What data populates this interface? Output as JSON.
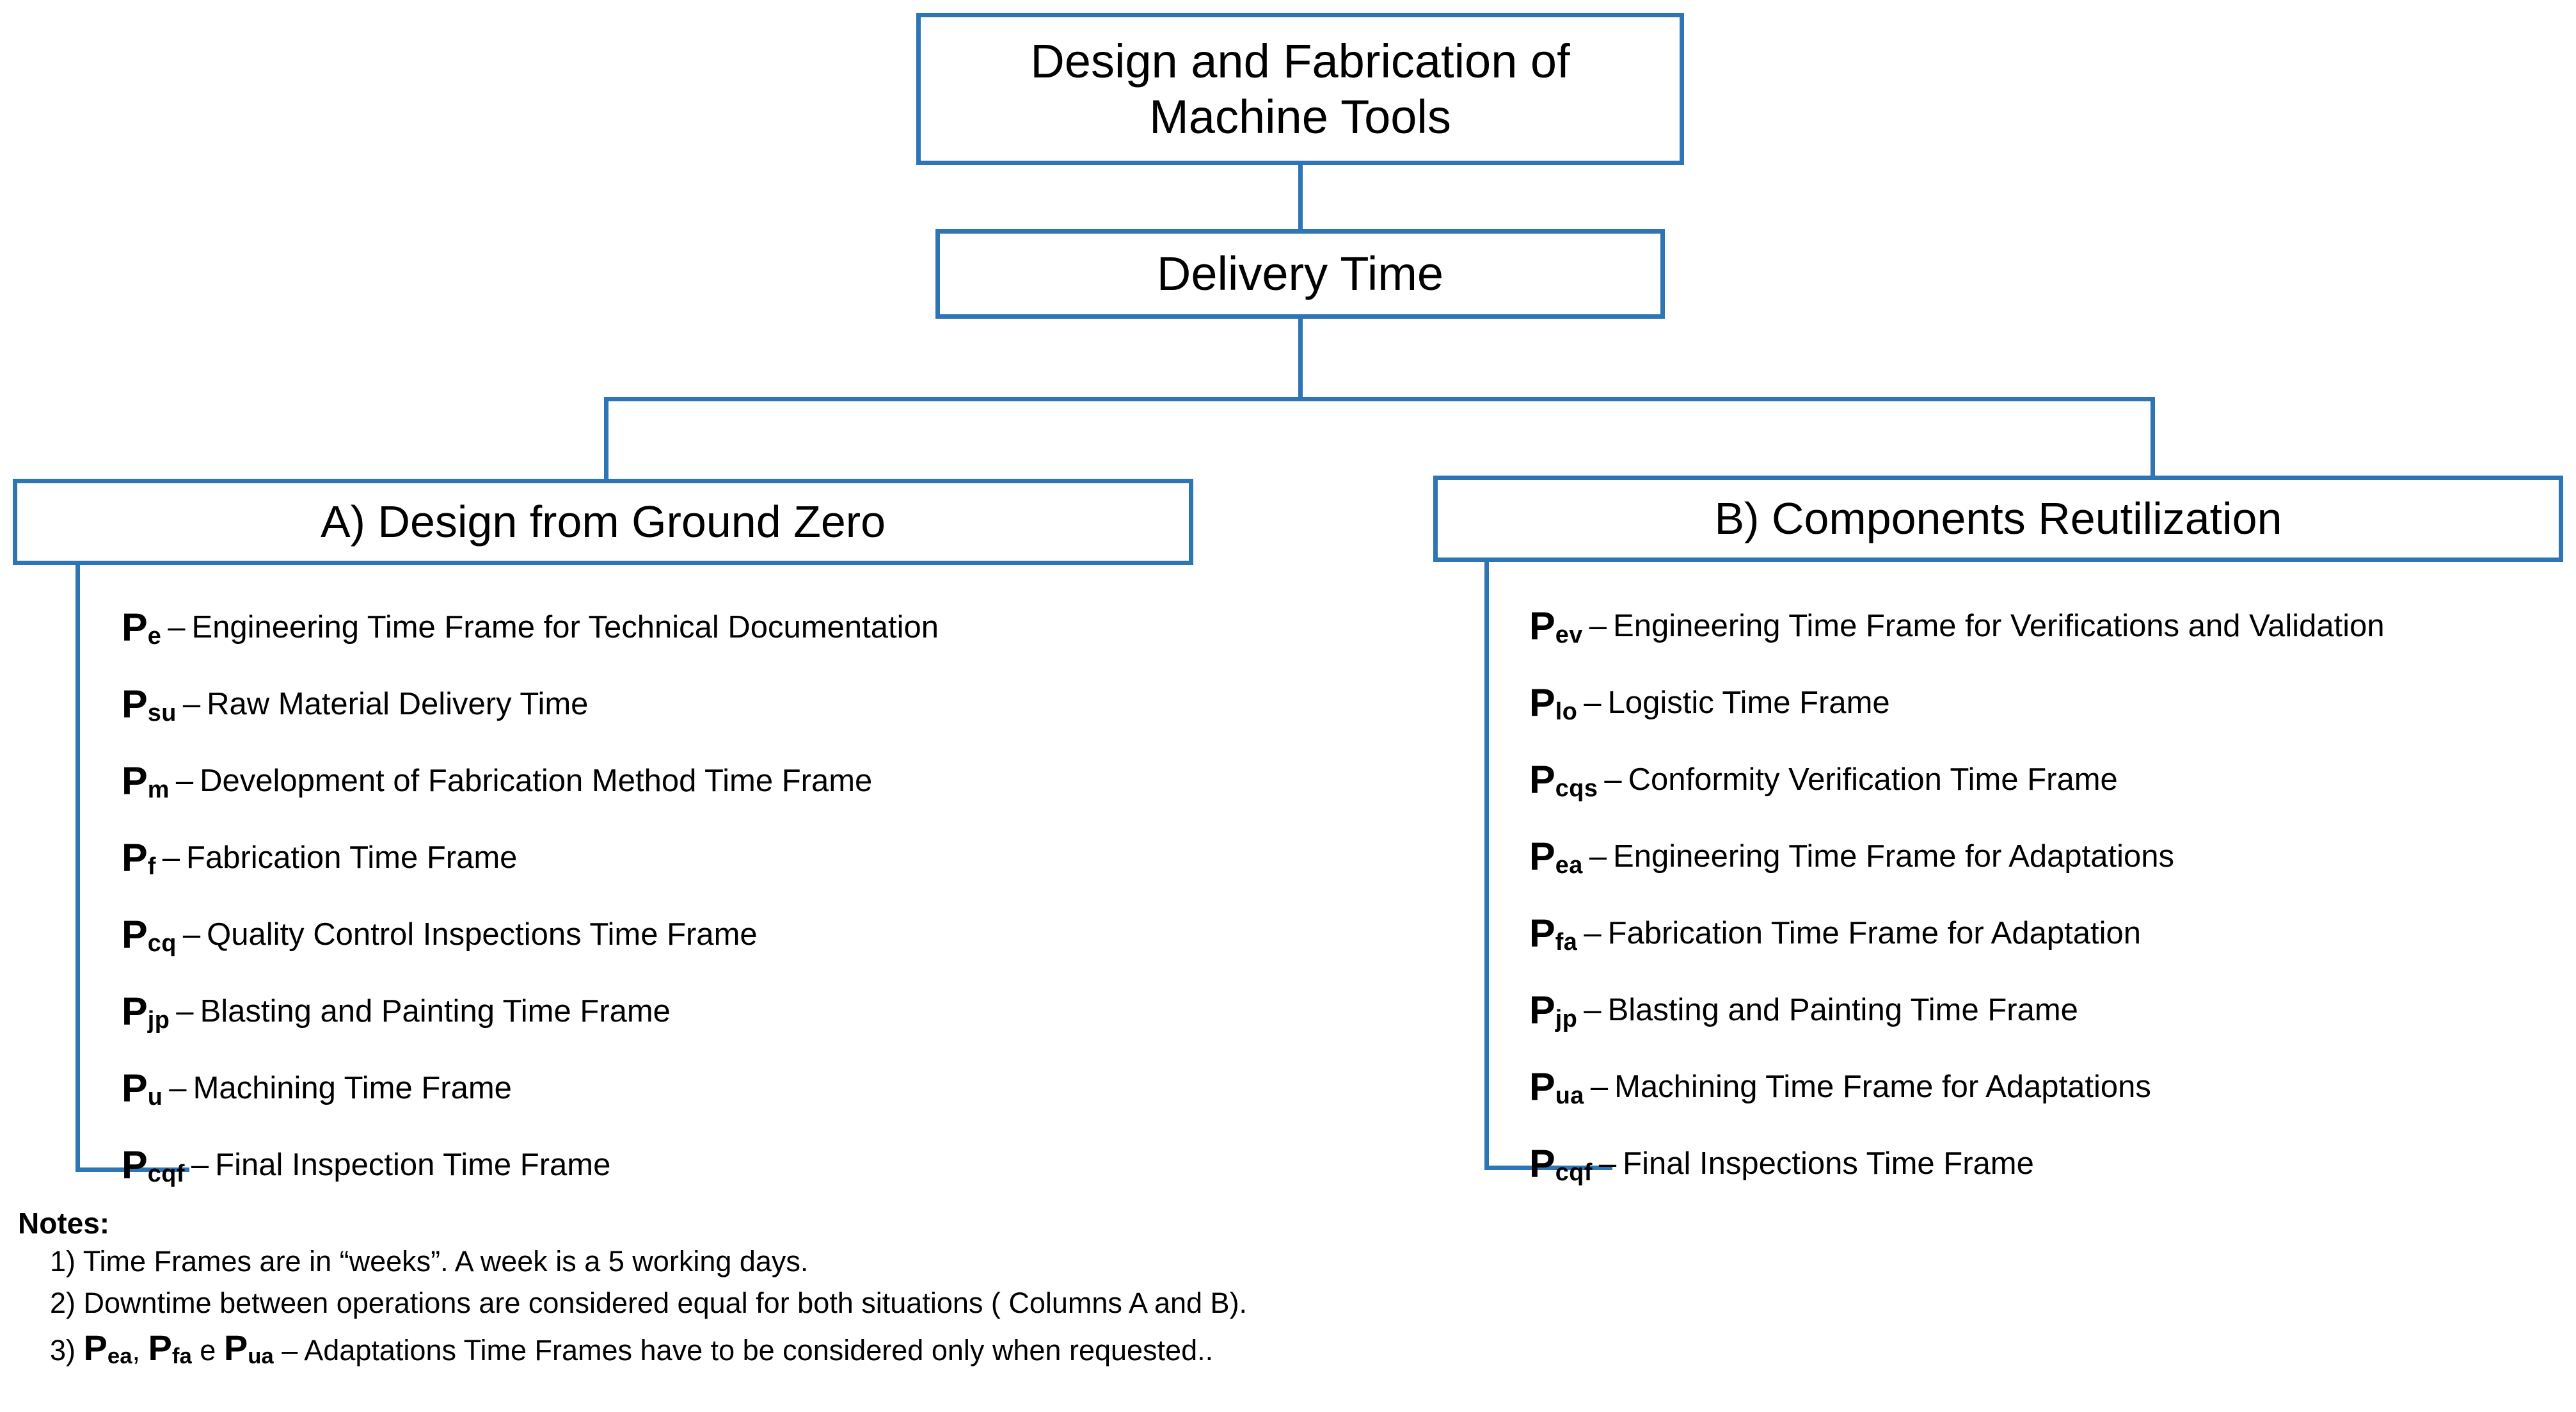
{
  "diagram": {
    "root": {
      "title": "Design and Fabrication of Machine Tools"
    },
    "delivery": {
      "title": "Delivery Time"
    },
    "columns": [
      {
        "id": "A",
        "header": "A) Design from Ground Zero",
        "items": [
          {
            "symbol": "P",
            "subscript": "e",
            "separator": "–",
            "description": "Engineering Time Frame for Technical Documentation"
          },
          {
            "symbol": "P",
            "subscript": "su",
            "separator": "–",
            "description": "Raw Material Delivery Time"
          },
          {
            "symbol": "P",
            "subscript": "m",
            "separator": "–",
            "description": "Development of Fabrication Method Time Frame"
          },
          {
            "symbol": "P",
            "subscript": "f",
            "separator": "–",
            "description": "Fabrication Time Frame"
          },
          {
            "symbol": "P",
            "subscript": "cq",
            "separator": "–",
            "description": "Quality Control Inspections Time Frame"
          },
          {
            "symbol": "P",
            "subscript": "jp",
            "separator": "–",
            "description": "Blasting and Painting Time Frame"
          },
          {
            "symbol": "P",
            "subscript": "u",
            "separator": "–",
            "description": "Machining Time Frame"
          },
          {
            "symbol": "P",
            "subscript": "cqf",
            "separator": "–",
            "description": "Final Inspection Time Frame"
          }
        ]
      },
      {
        "id": "B",
        "header": "B) Components Reutilization",
        "items": [
          {
            "symbol": "P",
            "subscript": "ev",
            "separator": "–",
            "description": "Engineering Time Frame for Verifications and Validation"
          },
          {
            "symbol": "P",
            "subscript": "lo",
            "separator": "–",
            "description": "Logistic Time Frame"
          },
          {
            "symbol": "P",
            "subscript": "cqs",
            "separator": "–",
            "description": "Conformity Verification Time Frame"
          },
          {
            "symbol": "P",
            "subscript": "ea",
            "separator": "–",
            "description": "Engineering Time Frame for Adaptations"
          },
          {
            "symbol": "P",
            "subscript": "fa",
            "separator": "–",
            "description": "Fabrication Time Frame for Adaptation"
          },
          {
            "symbol": "P",
            "subscript": "jp",
            "separator": "–",
            "description": "Blasting and Painting Time Frame"
          },
          {
            "symbol": "P",
            "subscript": "ua",
            "separator": "–",
            "description": "Machining Time Frame for Adaptations"
          },
          {
            "symbol": "P",
            "subscript": "cqf",
            "separator": "–",
            "description": "Final Inspections Time Frame"
          }
        ]
      }
    ]
  },
  "notes": {
    "title": "Notes:",
    "line1": "1) Time Frames are in “weeks”. A week is a 5 working days.",
    "line2": "2) Downtime between operations are considered equal for both situations ( Columns A and B).",
    "line3": {
      "number": "3)",
      "sym1": "P",
      "sub1": "ea",
      "comma": ",",
      "sym2": "P",
      "sub2": "fa",
      "conj": "e",
      "sym3": "P",
      "sub3": "ua",
      "rest": "– Adaptations Time Frames have to be considered only when requested.."
    }
  },
  "colors": {
    "accent": "#2E75B6",
    "text": "#000000",
    "background": "#FFFFFF"
  }
}
